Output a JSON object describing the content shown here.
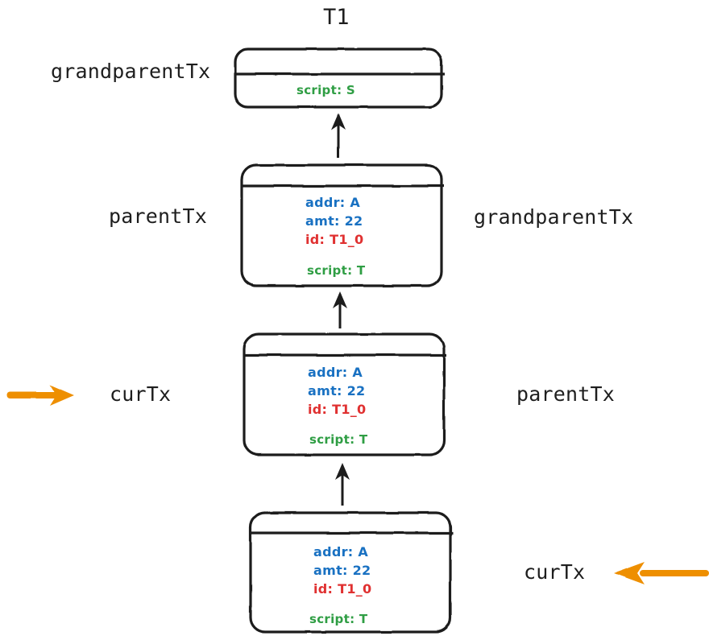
{
  "diagram": {
    "title": "T1",
    "stroke_color": "#1e1e1e",
    "accent_orange": "#ee8f00",
    "blue": "#1971c2",
    "red": "#e03131",
    "green": "#2f9e44"
  },
  "left_labels": [
    {
      "id": "left-grandparenttx",
      "text": "grandparentTx",
      "arrow": false
    },
    {
      "id": "left-parenttx",
      "text": "parentTx",
      "arrow": false
    },
    {
      "id": "left-curtx",
      "text": "curTx",
      "arrow": true,
      "arrow_dir": "right"
    }
  ],
  "right_labels": [
    {
      "id": "right-grandparenttx",
      "text": "grandparentTx",
      "arrow": false
    },
    {
      "id": "right-parenttx",
      "text": "parentTx",
      "arrow": false
    },
    {
      "id": "right-curtx",
      "text": "curTx",
      "arrow": true,
      "arrow_dir": "left"
    }
  ],
  "boxes": [
    {
      "id": "box-t1",
      "title": "T1",
      "has_header": true,
      "fields": [],
      "script": "script: S"
    },
    {
      "id": "box-2",
      "title": "",
      "has_header": true,
      "fields": [
        {
          "key": "addr",
          "text": "addr: A",
          "color": "blue"
        },
        {
          "key": "amt",
          "text": "amt: 22",
          "color": "blue"
        },
        {
          "key": "id",
          "text": "id: T1_0",
          "color": "red"
        }
      ],
      "script": "script: T"
    },
    {
      "id": "box-3",
      "title": "",
      "has_header": true,
      "fields": [
        {
          "key": "addr",
          "text": "addr: A",
          "color": "blue"
        },
        {
          "key": "amt",
          "text": "amt: 22",
          "color": "blue"
        },
        {
          "key": "id",
          "text": "id: T1_0",
          "color": "red"
        }
      ],
      "script": "script: T"
    },
    {
      "id": "box-4",
      "title": "",
      "has_header": true,
      "fields": [
        {
          "key": "addr",
          "text": "addr: A",
          "color": "blue"
        },
        {
          "key": "amt",
          "text": "amt: 22",
          "color": "blue"
        },
        {
          "key": "id",
          "text": "id: T1_0",
          "color": "red"
        }
      ],
      "script": "script: T"
    }
  ],
  "connectors": [
    {
      "id": "arrow-box2-to-box1",
      "direction": "up"
    },
    {
      "id": "arrow-box3-to-box2",
      "direction": "up"
    },
    {
      "id": "arrow-box4-to-box3",
      "direction": "up"
    }
  ]
}
